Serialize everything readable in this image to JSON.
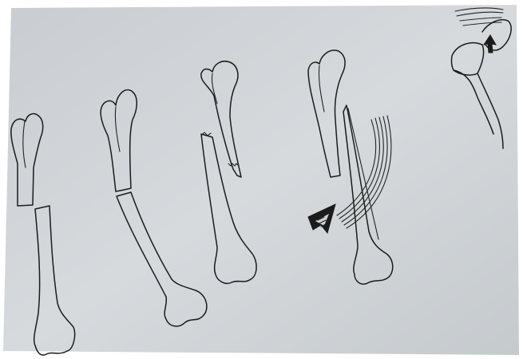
{
  "figure": {
    "colors": {
      "paper": "#d3d7da",
      "paper_shade": "#bfc4c8",
      "ink": "#1b1b1b",
      "frame": "#ffffff"
    },
    "illustrations": [
      "bone-transverse-fracture",
      "bone-short-oblique-fracture",
      "bone-long-oblique-fracture",
      "bone-fracture-with-arrow",
      "shoulder-joint-detail"
    ]
  }
}
